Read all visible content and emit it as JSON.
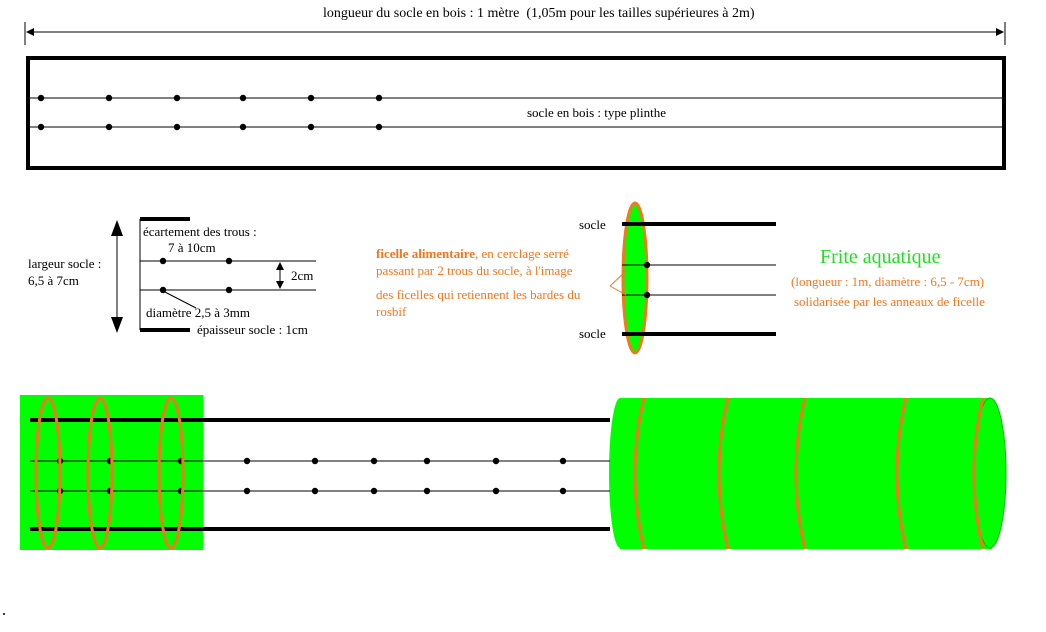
{
  "top_section": {
    "length_label": "longueur du socle en bois : 1 mètre",
    "length_note": "(1,05m pour les tailles supérieures à 2m)",
    "board_label": "socle en bois : type plinthe"
  },
  "detail_section": {
    "width_label_line1": "largeur socle :",
    "width_label_line2": "6,5 à 7cm",
    "spacing_label_line1": "écartement des trous :",
    "spacing_label_line2": "7 à 10cm",
    "gap_label": "2cm",
    "diameter_label": "diamètre 2,5 à 3mm",
    "thickness_label": "épaisseur socle : 1cm"
  },
  "string_note": {
    "bold_part": "ficelle alimentaire",
    "line1_rest": ", en cerclage serré",
    "line2": "passant par 2 trous du socle, à l'image",
    "line3": "des ficelles qui retiennent les bardes du",
    "line4": "rosbif"
  },
  "cross_section": {
    "top_label": "socle",
    "bottom_label": "socle"
  },
  "frite": {
    "title": "Frite aquatique",
    "line1": "(longueur : 1m, diamètre : 6,5 - 7cm)",
    "line2": "solidarisée par les anneaux de ficelle"
  },
  "colors": {
    "foam": "#00ff00",
    "string": "#f07820",
    "line": "#000000",
    "title_green": "#22dd22"
  }
}
